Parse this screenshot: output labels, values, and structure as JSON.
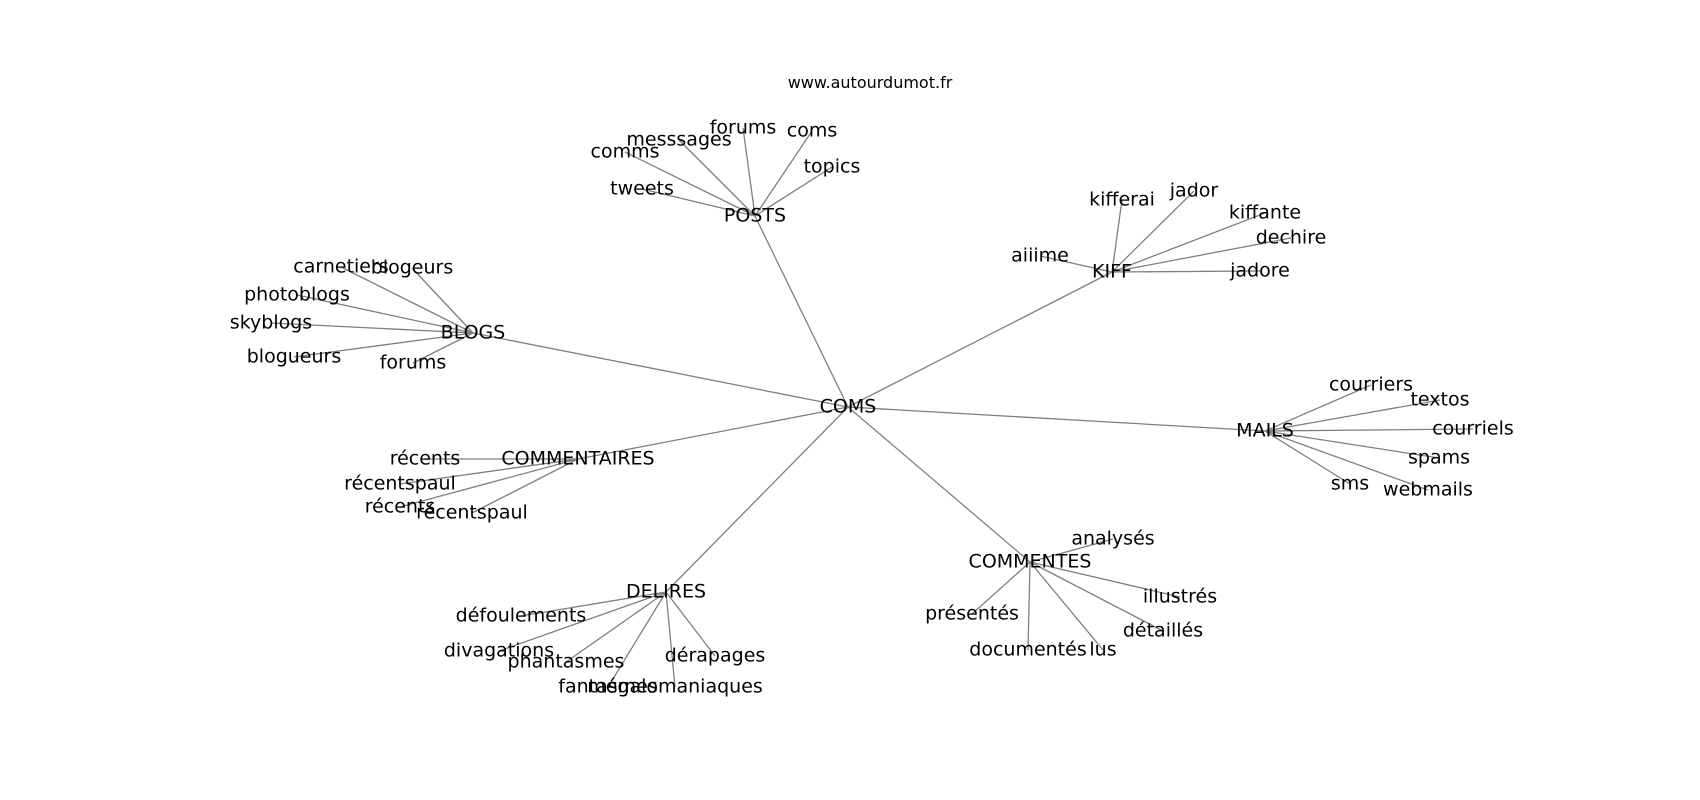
{
  "source": "www.autourdumot.fr",
  "center": "COMS",
  "groups": [
    {
      "label": "POSTS",
      "words": [
        "messsages",
        "forums",
        "coms",
        "comms",
        "topics",
        "tweets"
      ]
    },
    {
      "label": "KIFF",
      "words": [
        "kifferai",
        "jador",
        "kiffante",
        "dechire",
        "aiiime",
        "jadore"
      ]
    },
    {
      "label": "BLOGS",
      "words": [
        "carnetiers",
        "blogeurs",
        "photoblogs",
        "skyblogs",
        "blogueurs",
        "forums"
      ]
    },
    {
      "label": "MAILS",
      "words": [
        "courriers",
        "textos",
        "courriels",
        "spams",
        "sms",
        "webmails"
      ]
    },
    {
      "label": "COMMENTAIRES",
      "words": [
        "récents",
        "récentspaul",
        "récents",
        "récentspaul"
      ]
    },
    {
      "label": "COMMENTES",
      "words": [
        "analysés",
        "présentés",
        "illustrés",
        "détaillés",
        "documentés",
        "lus"
      ]
    },
    {
      "label": "DELIRES",
      "words": [
        "défoulements",
        "divagations",
        "phantasmes",
        "dérapages",
        "fantasmes",
        "mégalomaniaques"
      ]
    }
  ]
}
